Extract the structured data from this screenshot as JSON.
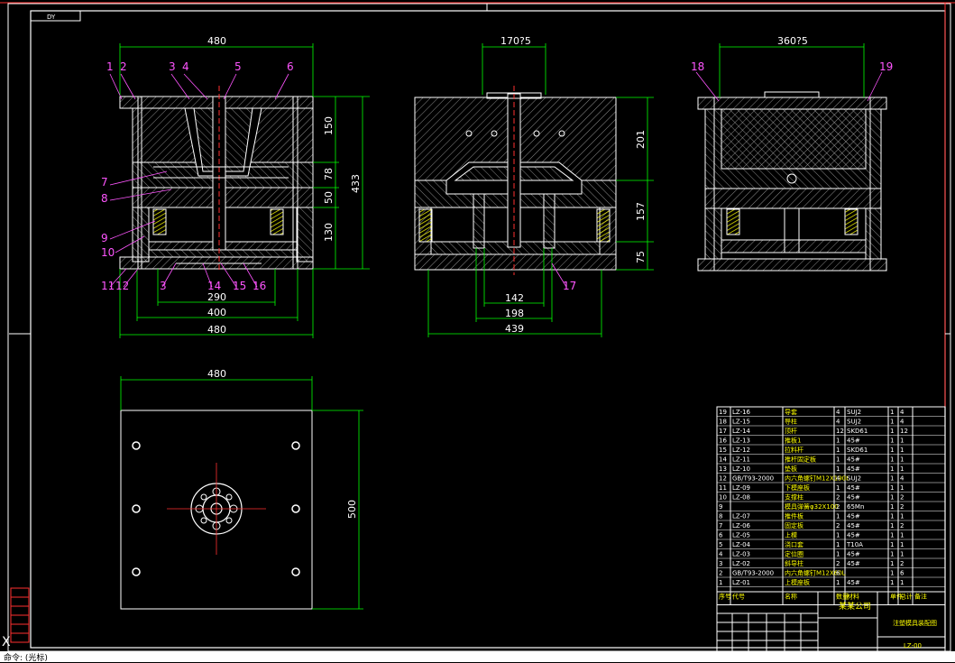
{
  "titlebar_label": "DY",
  "dimensions": {
    "front_top_width": "480",
    "front_bottom_width": "480",
    "front_400": "400",
    "front_290": "290",
    "front_h150": "150",
    "front_h78": "78",
    "front_h50": "50",
    "front_h130": "130",
    "front_h433": "433",
    "side_top": "170?5",
    "side_142": "142",
    "side_198": "198",
    "side_439": "439",
    "side_h201": "201",
    "side_h157": "157",
    "side_h75": "75",
    "right_top": "360?5",
    "plan_width": "480",
    "plan_height": "500"
  },
  "callouts": {
    "c1": "1",
    "c2": "2",
    "c3": "3",
    "c4": "4",
    "c5": "5",
    "c6": "6",
    "c7": "7",
    "c8": "8",
    "c9": "9",
    "c10": "10",
    "c11": "11",
    "c12": "12",
    "c3b": "3",
    "c14": "14",
    "c15": "15",
    "c16": "16",
    "c17": "17",
    "c18": "18",
    "c19": "19"
  },
  "bom": [
    {
      "no": "19",
      "code": "LZ-16",
      "name": "导套",
      "qty": "4",
      "mat": "SUJ2",
      "a": "1",
      "b": "4"
    },
    {
      "no": "18",
      "code": "LZ-15",
      "name": "导柱",
      "qty": "4",
      "mat": "SUJ2",
      "a": "1",
      "b": "4"
    },
    {
      "no": "17",
      "code": "LZ-14",
      "name": "顶杆",
      "qty": "12",
      "mat": "SKD61",
      "a": "1",
      "b": "12"
    },
    {
      "no": "16",
      "code": "LZ-13",
      "name": "推板1",
      "qty": "1",
      "mat": "45#",
      "a": "1",
      "b": "1"
    },
    {
      "no": "15",
      "code": "LZ-12",
      "name": "拉料杆",
      "qty": "1",
      "mat": "SKD61",
      "a": "1",
      "b": "1"
    },
    {
      "no": "14",
      "code": "LZ-11",
      "name": "推杆固定板",
      "qty": "1",
      "mat": "45#",
      "a": "1",
      "b": "1"
    },
    {
      "no": "13",
      "code": "LZ-10",
      "name": "垫板",
      "qty": "1",
      "mat": "45#",
      "a": "1",
      "b": "1"
    },
    {
      "no": "12",
      "code": "GB/T93-2000",
      "name": "内六角螺钉M12X190L",
      "qty": "4",
      "mat": "SUJ2",
      "a": "1",
      "b": "4"
    },
    {
      "no": "11",
      "code": "LZ-09",
      "name": "下模座板",
      "qty": "1",
      "mat": "45#",
      "a": "1",
      "b": "1"
    },
    {
      "no": "10",
      "code": "LZ-08",
      "name": "支撑柱",
      "qty": "2",
      "mat": "45#",
      "a": "1",
      "b": "2"
    },
    {
      "no": "9",
      "code": "",
      "name": "模具弹簧φ32X100",
      "qty": "2",
      "mat": "65Mn",
      "a": "1",
      "b": "2"
    },
    {
      "no": "8",
      "code": "LZ-07",
      "name": "推件板",
      "qty": "1",
      "mat": "45#",
      "a": "1",
      "b": "1"
    },
    {
      "no": "7",
      "code": "LZ-06",
      "name": "固定板",
      "qty": "2",
      "mat": "45#",
      "a": "1",
      "b": "2"
    },
    {
      "no": "6",
      "code": "LZ-05",
      "name": "上模",
      "qty": "1",
      "mat": "45#",
      "a": "1",
      "b": "1"
    },
    {
      "no": "5",
      "code": "LZ-04",
      "name": "浇口套",
      "qty": "1",
      "mat": "T10A",
      "a": "1",
      "b": "1"
    },
    {
      "no": "4",
      "code": "LZ-03",
      "name": "定位圈",
      "qty": "1",
      "mat": "45#",
      "a": "1",
      "b": "1"
    },
    {
      "no": "3",
      "code": "LZ-02",
      "name": "斜导柱",
      "qty": "2",
      "mat": "45#",
      "a": "1",
      "b": "2"
    },
    {
      "no": "2",
      "code": "GB/T93-2000",
      "name": "内六角螺钉M12X60L",
      "qty": "6",
      "mat": "",
      "a": "1",
      "b": "6"
    },
    {
      "no": "1",
      "code": "LZ-01",
      "name": "上模座板",
      "qty": "1",
      "mat": "45#",
      "a": "1",
      "b": "1"
    }
  ],
  "bom_header": {
    "no": "序号",
    "code": "代号",
    "name": "名称",
    "qty": "数量",
    "mat": "材料",
    "a": "单件",
    "b": "总计",
    "note": "备注"
  },
  "title_block": {
    "company": "某某公司",
    "drawing_name": "注塑模具装配图",
    "drawing_no": "LZ-00"
  },
  "command_text": "命令: (光标)",
  "command_symbol": "X"
}
